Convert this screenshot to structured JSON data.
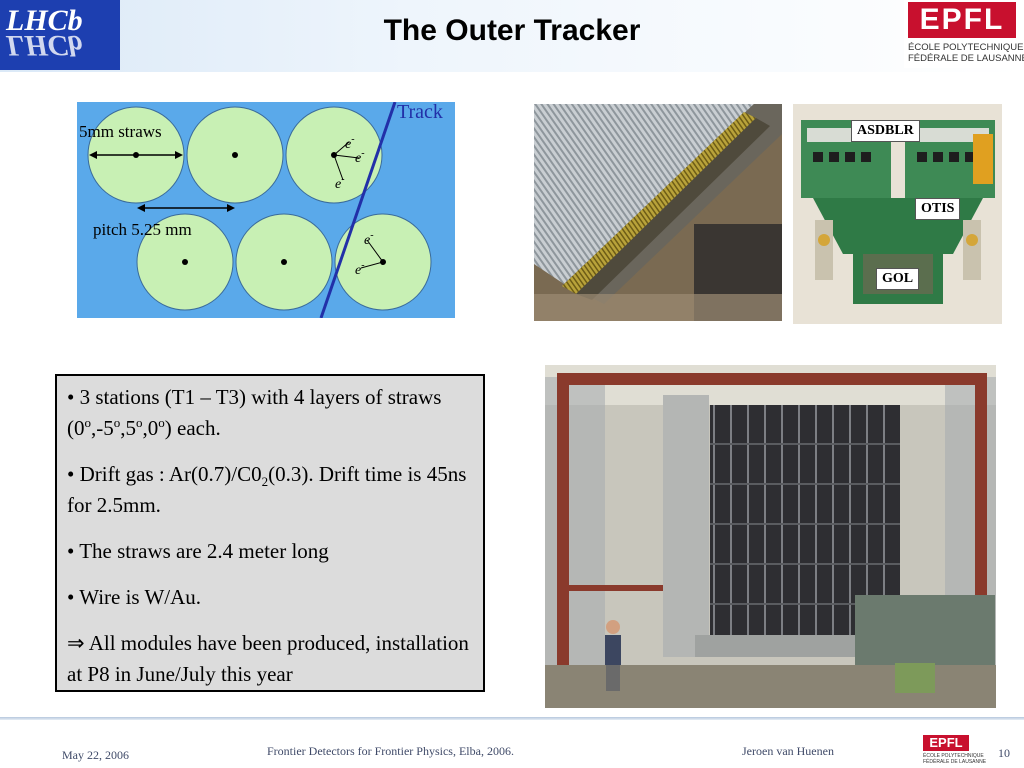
{
  "header": {
    "title": "The Outer Tracker",
    "left_logo_text": "LHCb",
    "right_logo": {
      "mark": "EPFL",
      "line1": "ÉCOLE POLYTECHNIQUE",
      "line2": "FÉDÉRALE DE LAUSANNE"
    }
  },
  "diagram": {
    "track_label": "Track",
    "straws_label": "5mm straws",
    "pitch_label": "pitch 5.25 mm",
    "electron_label": "e",
    "electron_sup": "-"
  },
  "board": {
    "labels": [
      "ASDBLR",
      "OTIS",
      "GOL"
    ]
  },
  "bullets": {
    "b1": {
      "text_a": "• 3 stations (T1 – T3) with 4 layers of straws (0",
      "sup_o": "o",
      "comma1": ",-5",
      "comma2": ",5",
      "comma3": ",0",
      "tail": ") each."
    },
    "b2": {
      "text_a": "• Drift gas : Ar(0.7)/C0",
      "sub_2": "2",
      "tail": "(0.3). Drift time is 45ns for 2.5mm."
    },
    "b3": "• The straws are 2.4 meter long",
    "b4": "• Wire is W/Au.",
    "b5": {
      "arrow": "⇒",
      "text": " All modules have been produced, installation at P8 in June/July this year"
    }
  },
  "footer": {
    "date": "May 22, 2006",
    "conference": "Frontier Detectors for Frontier Physics, Elba, 2006.",
    "author": "Jeroen van Huenen",
    "page": "10",
    "small_logo_mark": "EPFL",
    "small_logo_line1": "ÉCOLE POLYTECHNIQUE",
    "small_logo_line2": "FÉDÉRALE DE LAUSANNE"
  },
  "colors": {
    "diagram_bg": "#5aa9ea",
    "straw_fill": "#c8f0b4",
    "track_line": "#2230a8",
    "textbox_bg": "#dcdcdc",
    "epfl_red": "#c8102e",
    "lhcb_blue": "#1d3fb0",
    "frame_red": "#8a3a2c"
  }
}
